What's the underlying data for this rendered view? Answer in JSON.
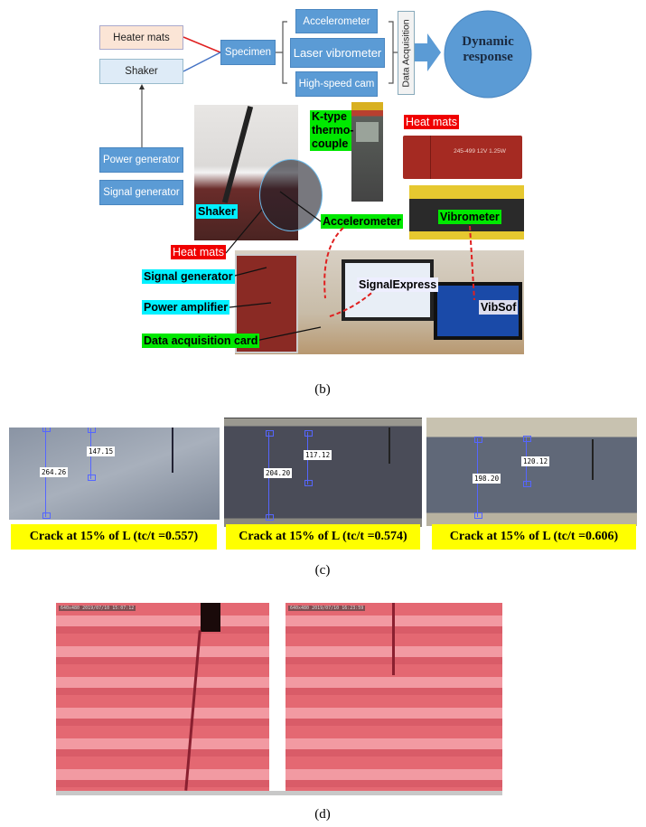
{
  "panel_b": {
    "diagram": {
      "heater_mats": "Heater mats",
      "shaker": "Shaker",
      "specimen": "Specimen",
      "accelerometer": "Accelerometer",
      "laser_vibrometer": "Laser vibrometer",
      "high_speed_cam": "High-speed cam",
      "data_acquisition": "Data Acquisition",
      "dynamic_response": "Dynamic response",
      "power_generator": "Power generator",
      "signal_generator": "Signal generator",
      "colors": {
        "box": "#5b9bd5",
        "heater": "#fbe5d6",
        "shaker": "#deebf7",
        "heater_link": "#e02020",
        "shaker_link": "#4472c4"
      }
    },
    "photo_labels": {
      "k_type": "K-type thermo-couple",
      "heat_mats_top": "Heat mats",
      "heat_mat_print": "245-499 12V 1.25W",
      "shaker": "Shaker",
      "accelerometer": "Accelerometer",
      "vibrometer": "Vibrometer",
      "heat_mats": "Heat mats",
      "signal_generator": "Signal generator",
      "power_amplifier": "Power amplifier",
      "data_acquisition_card": "Data acquisition card",
      "signal_express": "SignalExpress",
      "vibsof": "VibSof"
    },
    "caption": "(b)"
  },
  "panel_c": {
    "images": [
      {
        "measure_long": "264.26",
        "measure_short": "147.15",
        "label": "Crack at 15% of L (tc/t =0.557)"
      },
      {
        "measure_long": "204.20",
        "measure_short": "117.12",
        "label": "Crack at 15% of L (tc/t =0.574)"
      },
      {
        "measure_long": "198.20",
        "measure_short": "120.12",
        "label": "Crack at 15% of L (tc/t =0.606)"
      }
    ],
    "caption": "(c)"
  },
  "panel_d": {
    "images": [
      {
        "stamp": "640x480  2019/07/10 15:07:12"
      },
      {
        "stamp": "640x480  2019/07/10 16:23:59"
      }
    ],
    "caption": "(d)"
  }
}
